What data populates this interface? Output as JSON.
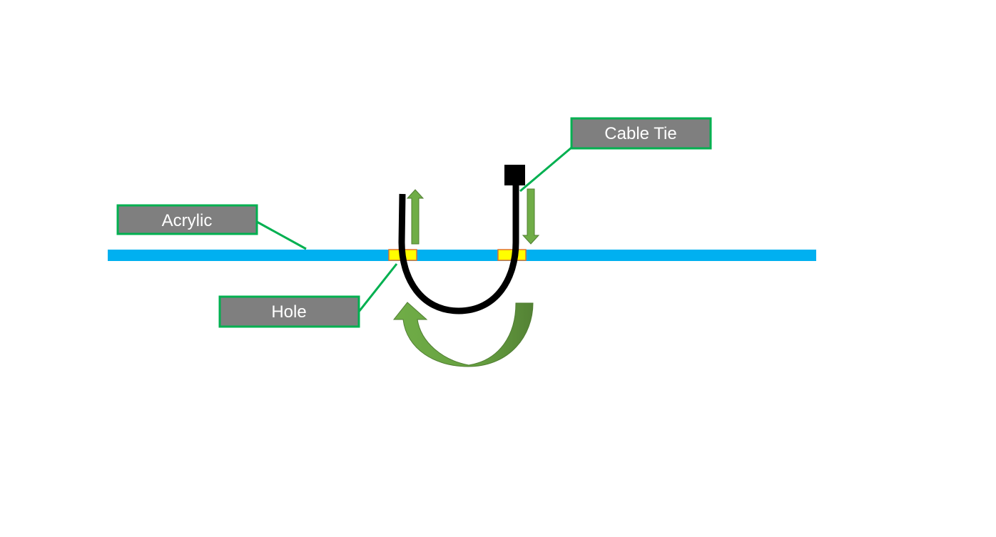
{
  "labels": {
    "acrylic": "Acrylic",
    "hole": "Hole",
    "cable_tie": "Cable Tie"
  },
  "colors": {
    "background": "#ffffff",
    "acrylic_sheet": "#00b0f0",
    "hole_fill": "#ffff00",
    "hole_border": "#e07030",
    "cable_tie": "#000000",
    "label_box_fill": "#7f7f7f",
    "label_box_border": "#00b050",
    "leader_line": "#00b050",
    "label_text": "#ffffff",
    "arrow_fill": "#70ad47",
    "arrow_dark": "#548235",
    "arrow_border": "#507e32"
  }
}
